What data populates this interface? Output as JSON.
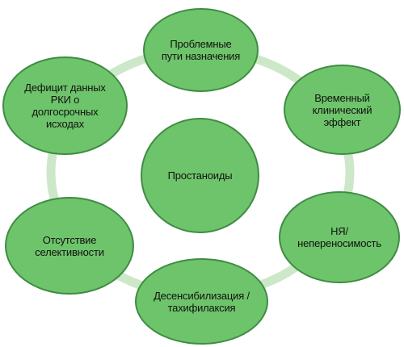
{
  "diagram": {
    "center": {
      "label": "Простаноиды"
    },
    "nodes": [
      {
        "id": "route",
        "label": "Проблемные\nпути назначения"
      },
      {
        "id": "temporary",
        "label": "Временный\nклинический\nэффект"
      },
      {
        "id": "ae",
        "label": "НЯ/\nнепереносимость"
      },
      {
        "id": "desens",
        "label": "Десенсибилизация /\nтахифилаксия"
      },
      {
        "id": "selectivity",
        "label": "Отсутствие\nселективности"
      },
      {
        "id": "rct",
        "label": "Дефицит данных\nРКИ о\nдолгосрочных\nисходах"
      }
    ]
  },
  "colors": {
    "node_fill": "#6ec46a",
    "node_border": "#3f8c44",
    "ring": "#cde8c8"
  }
}
